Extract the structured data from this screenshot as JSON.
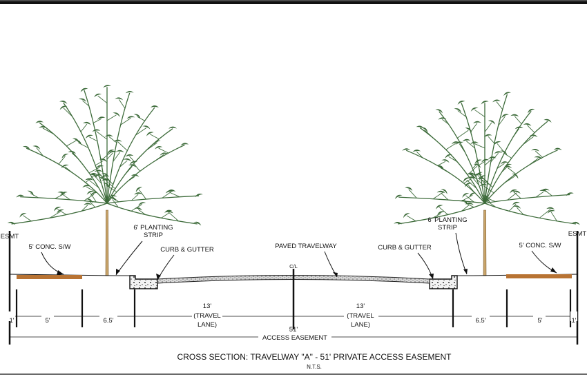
{
  "colors": {
    "sidewalk": "#b87333",
    "foliage": "#3d6b3a",
    "trunk": "#c8a46a",
    "line": "#111111",
    "pavement": "#9a9a9a"
  },
  "labels": {
    "esmt_left": "ESMT",
    "esmt_right": "ESMT",
    "sidewalk_left": "5' CONC. S/W",
    "sidewalk_right": "5' CONC. S/W",
    "planting_left_line1": "6' PLANTING",
    "planting_left_line2": "STRIP",
    "planting_right_line1": "6' PLANTING",
    "planting_right_line2": "STRIP",
    "curb_left": "CURB & GUTTER",
    "curb_right": "CURB & GUTTER",
    "paved": "PAVED TRAVELWAY",
    "centerline": "C/L"
  },
  "dimensions": {
    "one_left": "1'",
    "five_left": "5'",
    "six5_left": "6.5'",
    "lane_left_line1": "13'",
    "lane_left_line2": "(TRAVEL",
    "lane_left_line3": "LANE)",
    "lane_right_line1": "13'",
    "lane_right_line2": "(TRAVEL",
    "lane_right_line3": "LANE)",
    "six5_right": "6.5'",
    "five_right": "5'",
    "one_right": "1'",
    "total_value": "51'",
    "total_label": "ACCESS EASEMENT"
  },
  "caption": {
    "title": "CROSS SECTION: TRAVELWAY \"A\" - 51' PRIVATE ACCESS EASEMENT",
    "subtitle": "N.T.S."
  }
}
